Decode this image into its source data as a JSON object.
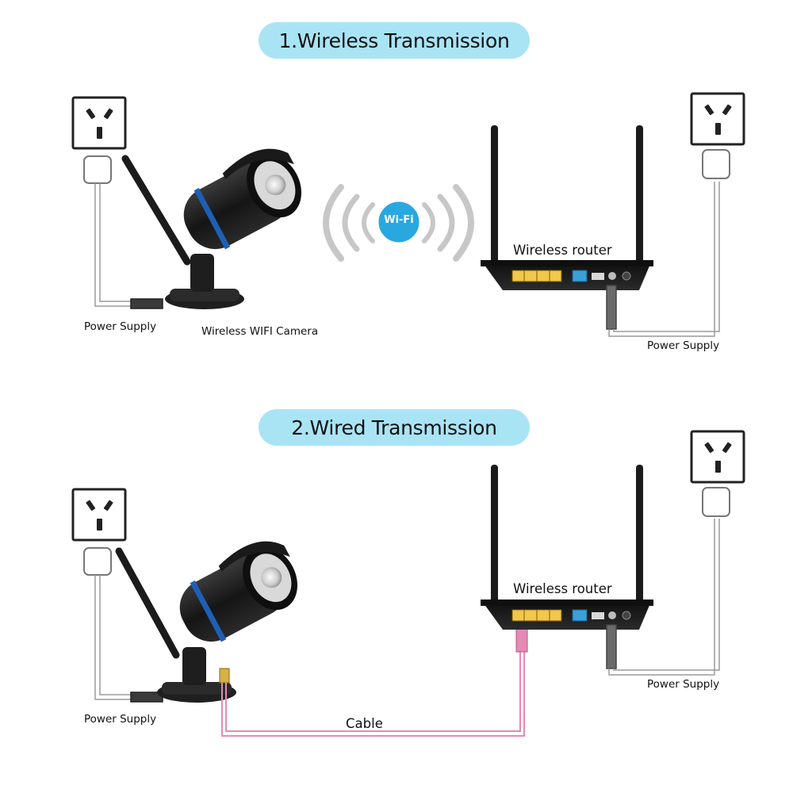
{
  "sections": [
    {
      "title": "1.Wireless Transmission",
      "camera_label": "Wireless WIFI Camera",
      "camera_power_label": "Power Supply",
      "router_label": "Wireless router",
      "router_power_label": "Power Supply",
      "wifi_badge": "Wi-Fi"
    },
    {
      "title": "2.Wired Transmission",
      "camera_power_label": "Power Supply",
      "router_label": "Wireless router",
      "router_power_label": "Power Supply",
      "cable_label": "Cable"
    }
  ],
  "colors": {
    "pill": "#a9e4f5",
    "wifi_badge": "#29a8e0",
    "cable": "#e58ab5",
    "device": "#1b1b1b",
    "camera_ring": "#1e5fb4",
    "port": "#f2c84b",
    "wire": "#9a9a9a"
  }
}
